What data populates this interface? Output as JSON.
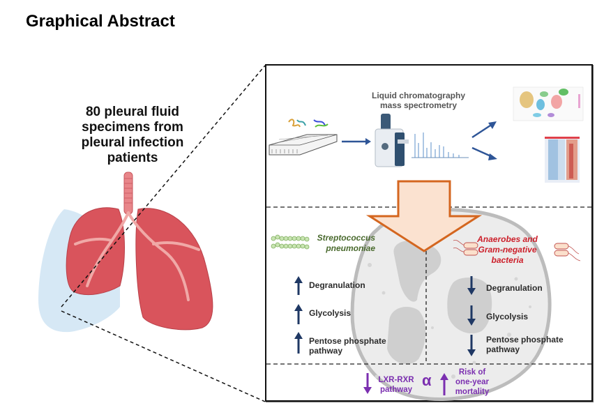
{
  "title": "Graphical Abstract",
  "left_panel": {
    "specimen_label": "80 pleural fluid specimens from pleural infection patients",
    "illustration": "lungs-with-pleural-effusion-icon"
  },
  "workflow": {
    "method_label_line1": "Liquid chromatography",
    "method_label_line2": "mass spectrometry",
    "steps": [
      "well-plate-with-proteins-icon",
      "mass-spectrometer-icon",
      "mass-spectrum-icon",
      "umap-cluster-plot-icon",
      "heatmap-icon"
    ]
  },
  "groups": {
    "left": {
      "organism_line1": "Streptococcus",
      "organism_line2": "pneumoniae",
      "organism_color": "#4a6a2e",
      "direction": "up",
      "pathways": [
        "Degranulation",
        "Glycolysis",
        "Pentose phosphate pathway"
      ]
    },
    "right": {
      "organism_line1": "Anaerobes and",
      "organism_line2": "Gram-negative",
      "organism_line3": "bacteria",
      "organism_color": "#cc1f2a",
      "direction": "down",
      "pathways": [
        "Degranulation",
        "Glycolysis",
        "Pentose phosphate pathway"
      ]
    }
  },
  "bottom": {
    "lxr_line1": "LXR-RXR",
    "lxr_line2": "pathway",
    "lxr_direction": "down",
    "relation_symbol": "α",
    "risk_line1": "Risk of",
    "risk_line2": "one-year",
    "risk_line3": "mortality",
    "risk_direction": "up",
    "color": "#7b2fb0"
  },
  "colors": {
    "arrow_navy": "#1f3864",
    "big_arrow_fill": "#fbe2d0",
    "big_arrow_stroke": "#d4661f",
    "workflow_arrow": "#2e5597"
  }
}
